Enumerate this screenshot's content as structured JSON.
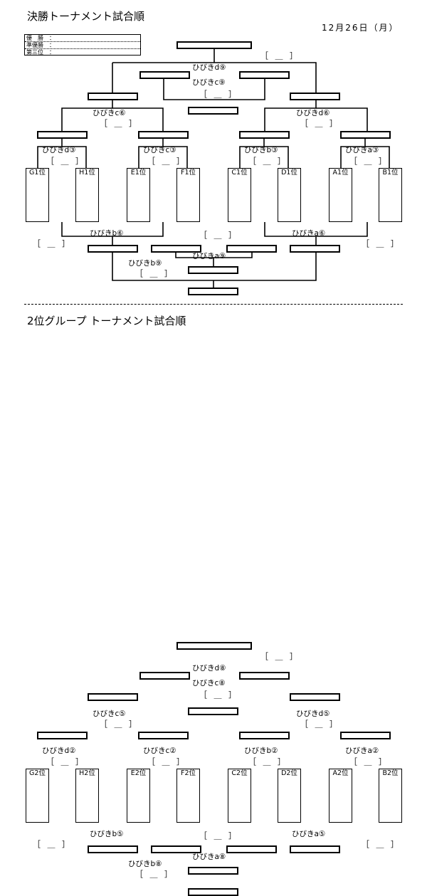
{
  "header": {
    "title": "決勝トーナメント試合順",
    "date": "12月26日（月）",
    "legend": [
      "優　勝　：",
      "準優勝　：",
      "第三位　："
    ]
  },
  "section2": {
    "title": "2位グループ トーナメント試合順"
  },
  "bracket1": {
    "teams": [
      "G1位",
      "H1位",
      "E1位",
      "F1位",
      "C1位",
      "D1位",
      "A1位",
      "B1位"
    ],
    "m_left_q": "ひびきd③",
    "m_lq2": "ひびきc③",
    "m_rq1": "ひびきb③",
    "m_rq2": "ひびきa③",
    "m_sf_left": "ひびきc⑥",
    "m_sf_right": "ひびきd⑥",
    "m_final_1": "ひびきd⑨",
    "m_final_2": "ひびきc⑨",
    "m_cons_left": "ひびきb⑥",
    "m_cons_right": "ひびきa⑥",
    "m_cons_final": "ひびきa⑨",
    "m_cons_third": "ひびきb⑨",
    "bracket_mark": "［ ＿ ］"
  },
  "bracket2": {
    "teams": [
      "G2位",
      "H2位",
      "E2位",
      "F2位",
      "C2位",
      "D2位",
      "A2位",
      "B2位"
    ],
    "m_left_q": "ひびきd②",
    "m_lq2": "ひびきc②",
    "m_rq1": "ひびきb②",
    "m_rq2": "ひびきa②",
    "m_sf_left": "ひびきc⑤",
    "m_sf_right": "ひびきd⑤",
    "m_final_1": "ひびきd⑧",
    "m_final_2": "ひびきc⑧",
    "m_cons_left": "ひびきb⑤",
    "m_cons_right": "ひびきa⑤",
    "m_cons_final": "ひびきa⑧",
    "m_cons_third": "ひびきb⑧",
    "bracket_mark": "［ ＿ ］"
  }
}
